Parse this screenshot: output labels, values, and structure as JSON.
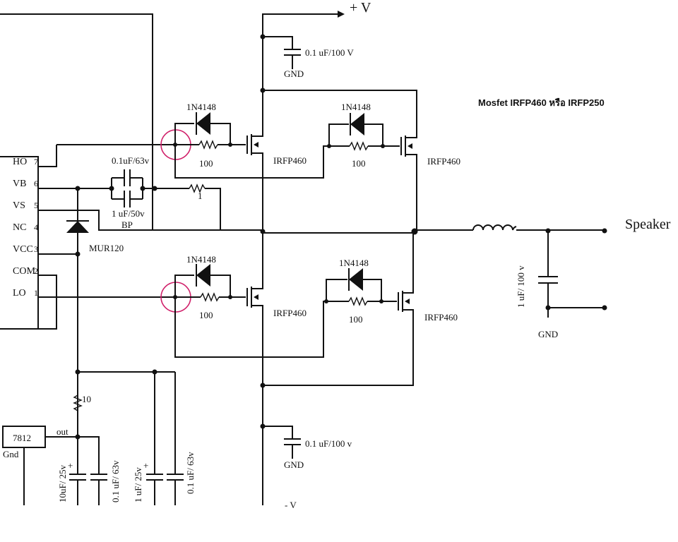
{
  "title": "Mosfet IRFP460 หรือ IRFP250",
  "supply": {
    "positive": "+ V",
    "negative": "- V"
  },
  "driver_ic": {
    "pins": [
      {
        "name": "HO",
        "num": "7"
      },
      {
        "name": "VB",
        "num": "6"
      },
      {
        "name": "VS",
        "num": "5"
      },
      {
        "name": "NC",
        "num": "4"
      },
      {
        "name": "VCC",
        "num": "3"
      },
      {
        "name": "COM",
        "num": "2"
      },
      {
        "name": "LO",
        "num": "1"
      }
    ]
  },
  "components": {
    "diode_small": "1N4148",
    "gate_resistor": "100",
    "mosfet": "IRFP460",
    "boot_cap_top": "0.1uF/63v",
    "boot_cap_bottom": "1 uF/50v",
    "boot_cap_type": "BP",
    "boot_resistor": "1",
    "boot_diode": "MUR120",
    "decoupling_top": "0.1 uF/100 V",
    "decoupling_bottom": "0.1 uF/100 v",
    "gnd": "GND",
    "output_cap": "1 uF/ 100 v",
    "speaker": "Speaker",
    "feed_resistor": "10",
    "regulator": "7812",
    "reg_out": "out",
    "reg_gnd": "Gnd",
    "cap_10uf": "10uF/ 25v",
    "cap_01uf_a": "0.1 uF/ 63v",
    "cap_1uf": "1 uF/ 25v",
    "cap_01uf_b": "0.1 uF/ 63v",
    "plus": "+"
  }
}
